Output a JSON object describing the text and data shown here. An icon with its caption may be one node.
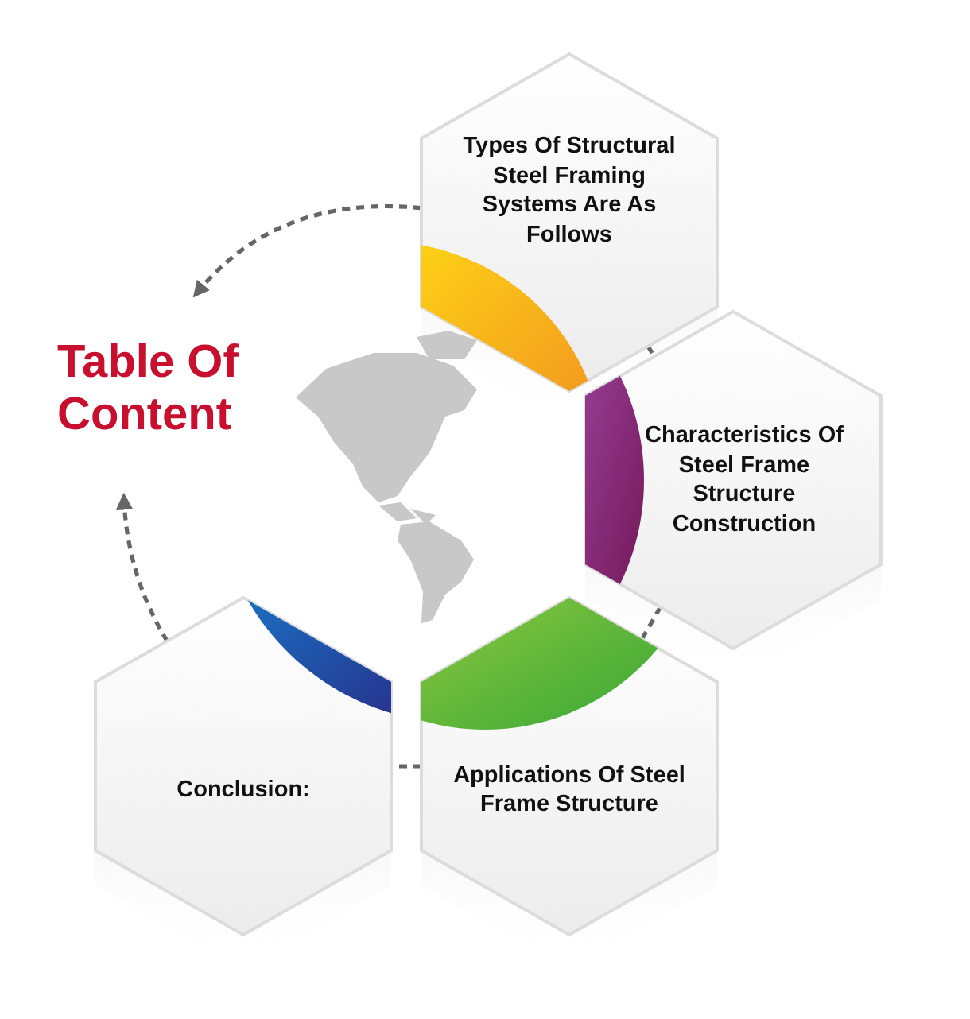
{
  "diagram": {
    "title": "Table Of Content",
    "nodes": [
      {
        "text": [
          "Types Of Structural Steel Framing Systems Are As Follows"
        ]
      },
      {
        "text": [
          "Characteristics Of Steel Frame Structure Construction"
        ]
      },
      {
        "text": [
          "Applications Of Steel Frame Structure"
        ]
      },
      {
        "text": [
          "Conclusion:"
        ]
      }
    ],
    "edges": [
      {
        "from": 0,
        "to": 1,
        "arrow": "none",
        "style": "dashed"
      },
      {
        "from": 1,
        "to": 2,
        "arrow": "none",
        "style": "dashed"
      },
      {
        "from": 2,
        "to": 3,
        "arrow": "none",
        "style": "dashed"
      },
      {
        "from": 0,
        "to": null,
        "arrow": "to",
        "style": "dashed"
      },
      {
        "from": 3,
        "to": null,
        "arrow": "to",
        "style": "dashed"
      }
    ]
  }
}
